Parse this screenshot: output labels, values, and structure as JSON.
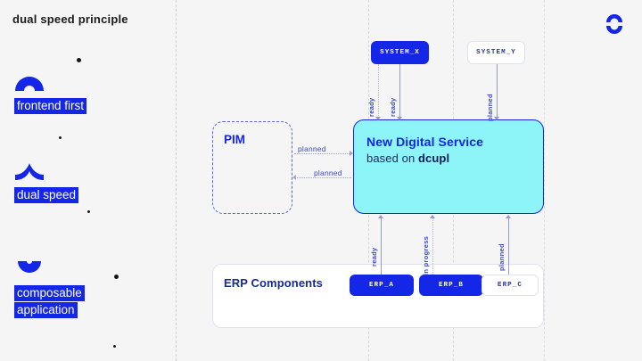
{
  "page": {
    "title": "dual speed principle",
    "logo_icon": "dcupl-double-arc-logo"
  },
  "colors": {
    "brand_blue": "#1426e6",
    "cyan_fill": "#8df4f8",
    "connector": "#8f9ad6",
    "background": "#f5f5f5"
  },
  "rail": {
    "items": [
      {
        "icon": "arch-up-icon",
        "label": "frontend first"
      },
      {
        "icon": "caret-arch-icon",
        "label": "dual speed"
      },
      {
        "icon": "cup-down-icon",
        "label": "composable application"
      }
    ]
  },
  "diagram": {
    "nodes": {
      "system_x": {
        "label": "SYSTEM_X",
        "style": "filled"
      },
      "system_y": {
        "label": "SYSTEM_Y",
        "style": "ghost"
      },
      "new_service": {
        "line1": "New Digital Service",
        "line2_prefix": "based on ",
        "line2_strong": "dcupl"
      },
      "pim": {
        "label": "PIM"
      },
      "erp": {
        "label": "ERP Components",
        "components": [
          {
            "label": "ERP_A",
            "style": "filled"
          },
          {
            "label": "ERP_B",
            "style": "filled"
          },
          {
            "label": "ERP_C",
            "style": "ghost"
          }
        ]
      }
    },
    "connectors": [
      {
        "id": "sysx-dotted-ready",
        "label": "ready",
        "from": "SYSTEM_X",
        "to": "New Digital Service",
        "style": "dotted"
      },
      {
        "id": "sysx-solid-ready",
        "label": "ready",
        "from": "SYSTEM_X",
        "to": "New Digital Service",
        "style": "solid"
      },
      {
        "id": "sysy-planned",
        "label": "planned",
        "from": "SYSTEM_Y",
        "to": "New Digital Service",
        "style": "solid"
      },
      {
        "id": "pim-out-planned",
        "label": "planned",
        "from": "PIM",
        "to": "New Digital Service",
        "style": "dotted"
      },
      {
        "id": "pim-in-planned",
        "label": "planned",
        "from": "New Digital Service",
        "to": "PIM",
        "style": "dotted"
      },
      {
        "id": "erpa-ready",
        "label": "ready",
        "from": "ERP_A",
        "to": "New Digital Service",
        "style": "solid"
      },
      {
        "id": "erpb-inprogress",
        "label": "in progress",
        "from": "ERP_B",
        "to": "New Digital Service",
        "style": "dotted"
      },
      {
        "id": "erpc-planned",
        "label": "planned",
        "from": "ERP_C",
        "to": "New Digital Service",
        "style": "solid"
      }
    ]
  }
}
